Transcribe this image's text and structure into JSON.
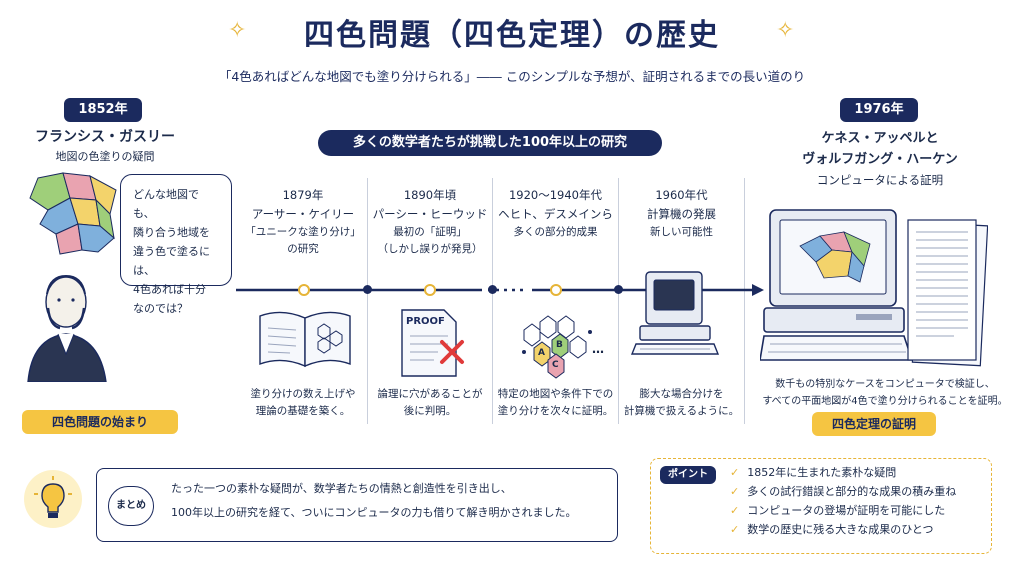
{
  "title": "四色問題（四色定理）の歴史",
  "subtitle": "「4色あればどんな地図でも塗り分けられる」―― このシンプルな予想が、証明されるまでの長い道のり",
  "left": {
    "year": "1852年",
    "name": "フランシス・ガスリー",
    "desc": "地図の色塗りの疑問",
    "bubble": [
      "どんな地図でも、",
      "隣り合う地域を",
      "違う色で塗るには、",
      "4色あれば十分",
      "なのでは？"
    ],
    "start_label": "四色問題の始まり"
  },
  "middle_banner": "多くの数学者たちが挑戦した100年以上の研究",
  "columns": [
    {
      "year": "1879年",
      "line1": "アーサー・ケイリー",
      "line2": "「ユニークな塗り分け」",
      "line3": "の研究",
      "bottom1": "塗り分けの数え上げや",
      "bottom2": "理論の基礎を築く。"
    },
    {
      "year": "1890年頃",
      "line1": "パーシー・ヒーウッド",
      "line2": "最初の「証明」",
      "line3": "（しかし誤りが発見）",
      "bottom1": "論理に穴があることが",
      "bottom2": "後に判明。"
    },
    {
      "year": "1920〜1940年代",
      "line1": "ヘヒト、デスメインら",
      "line2": "多くの部分的成果",
      "line3": "",
      "bottom1": "特定の地図や条件下での",
      "bottom2": "塗り分けを次々に証明。"
    },
    {
      "year": "1960年代",
      "line1": "計算機の発展",
      "line2": "新しい可能性",
      "line3": "",
      "bottom1": "膨大な場合分けを",
      "bottom2": "計算機で扱えるように。"
    }
  ],
  "proof_paper_label": "PROOF",
  "hex_labels": [
    "A",
    "B",
    "C"
  ],
  "hex_more": "…",
  "right": {
    "year": "1976年",
    "name1": "ケネス・アッペルと",
    "name2": "ヴォルフガング・ハーケン",
    "desc": "コンピュータによる証明",
    "bottom1": "数千もの特別なケースをコンピュータで検証し、",
    "bottom2": "すべての平面地図が4色で塗り分けられることを証明。",
    "label": "四色定理の証明"
  },
  "summary": {
    "tag": "まとめ",
    "line1": "たった一つの素朴な疑問が、数学者たちの情熱と創造性を引き出し、",
    "line2": "100年以上の研究を経て、ついにコンピュータの力も借りて解き明かされました。"
  },
  "points": {
    "tag": "ポイント",
    "items": [
      "1852年に生まれた素朴な疑問",
      "多くの試行錯誤と部分的な成果の積み重ね",
      "コンピュータの登場が証明を可能にした",
      "数学の歴史に残る大きな成果のひとつ"
    ]
  },
  "colors": {
    "navy": "#1b2a5e",
    "gold": "#f5c542",
    "map_green": "#9fcf7a",
    "map_blue": "#7fb0dc",
    "map_yellow": "#f3d36b",
    "map_pink": "#e9a3b0"
  }
}
